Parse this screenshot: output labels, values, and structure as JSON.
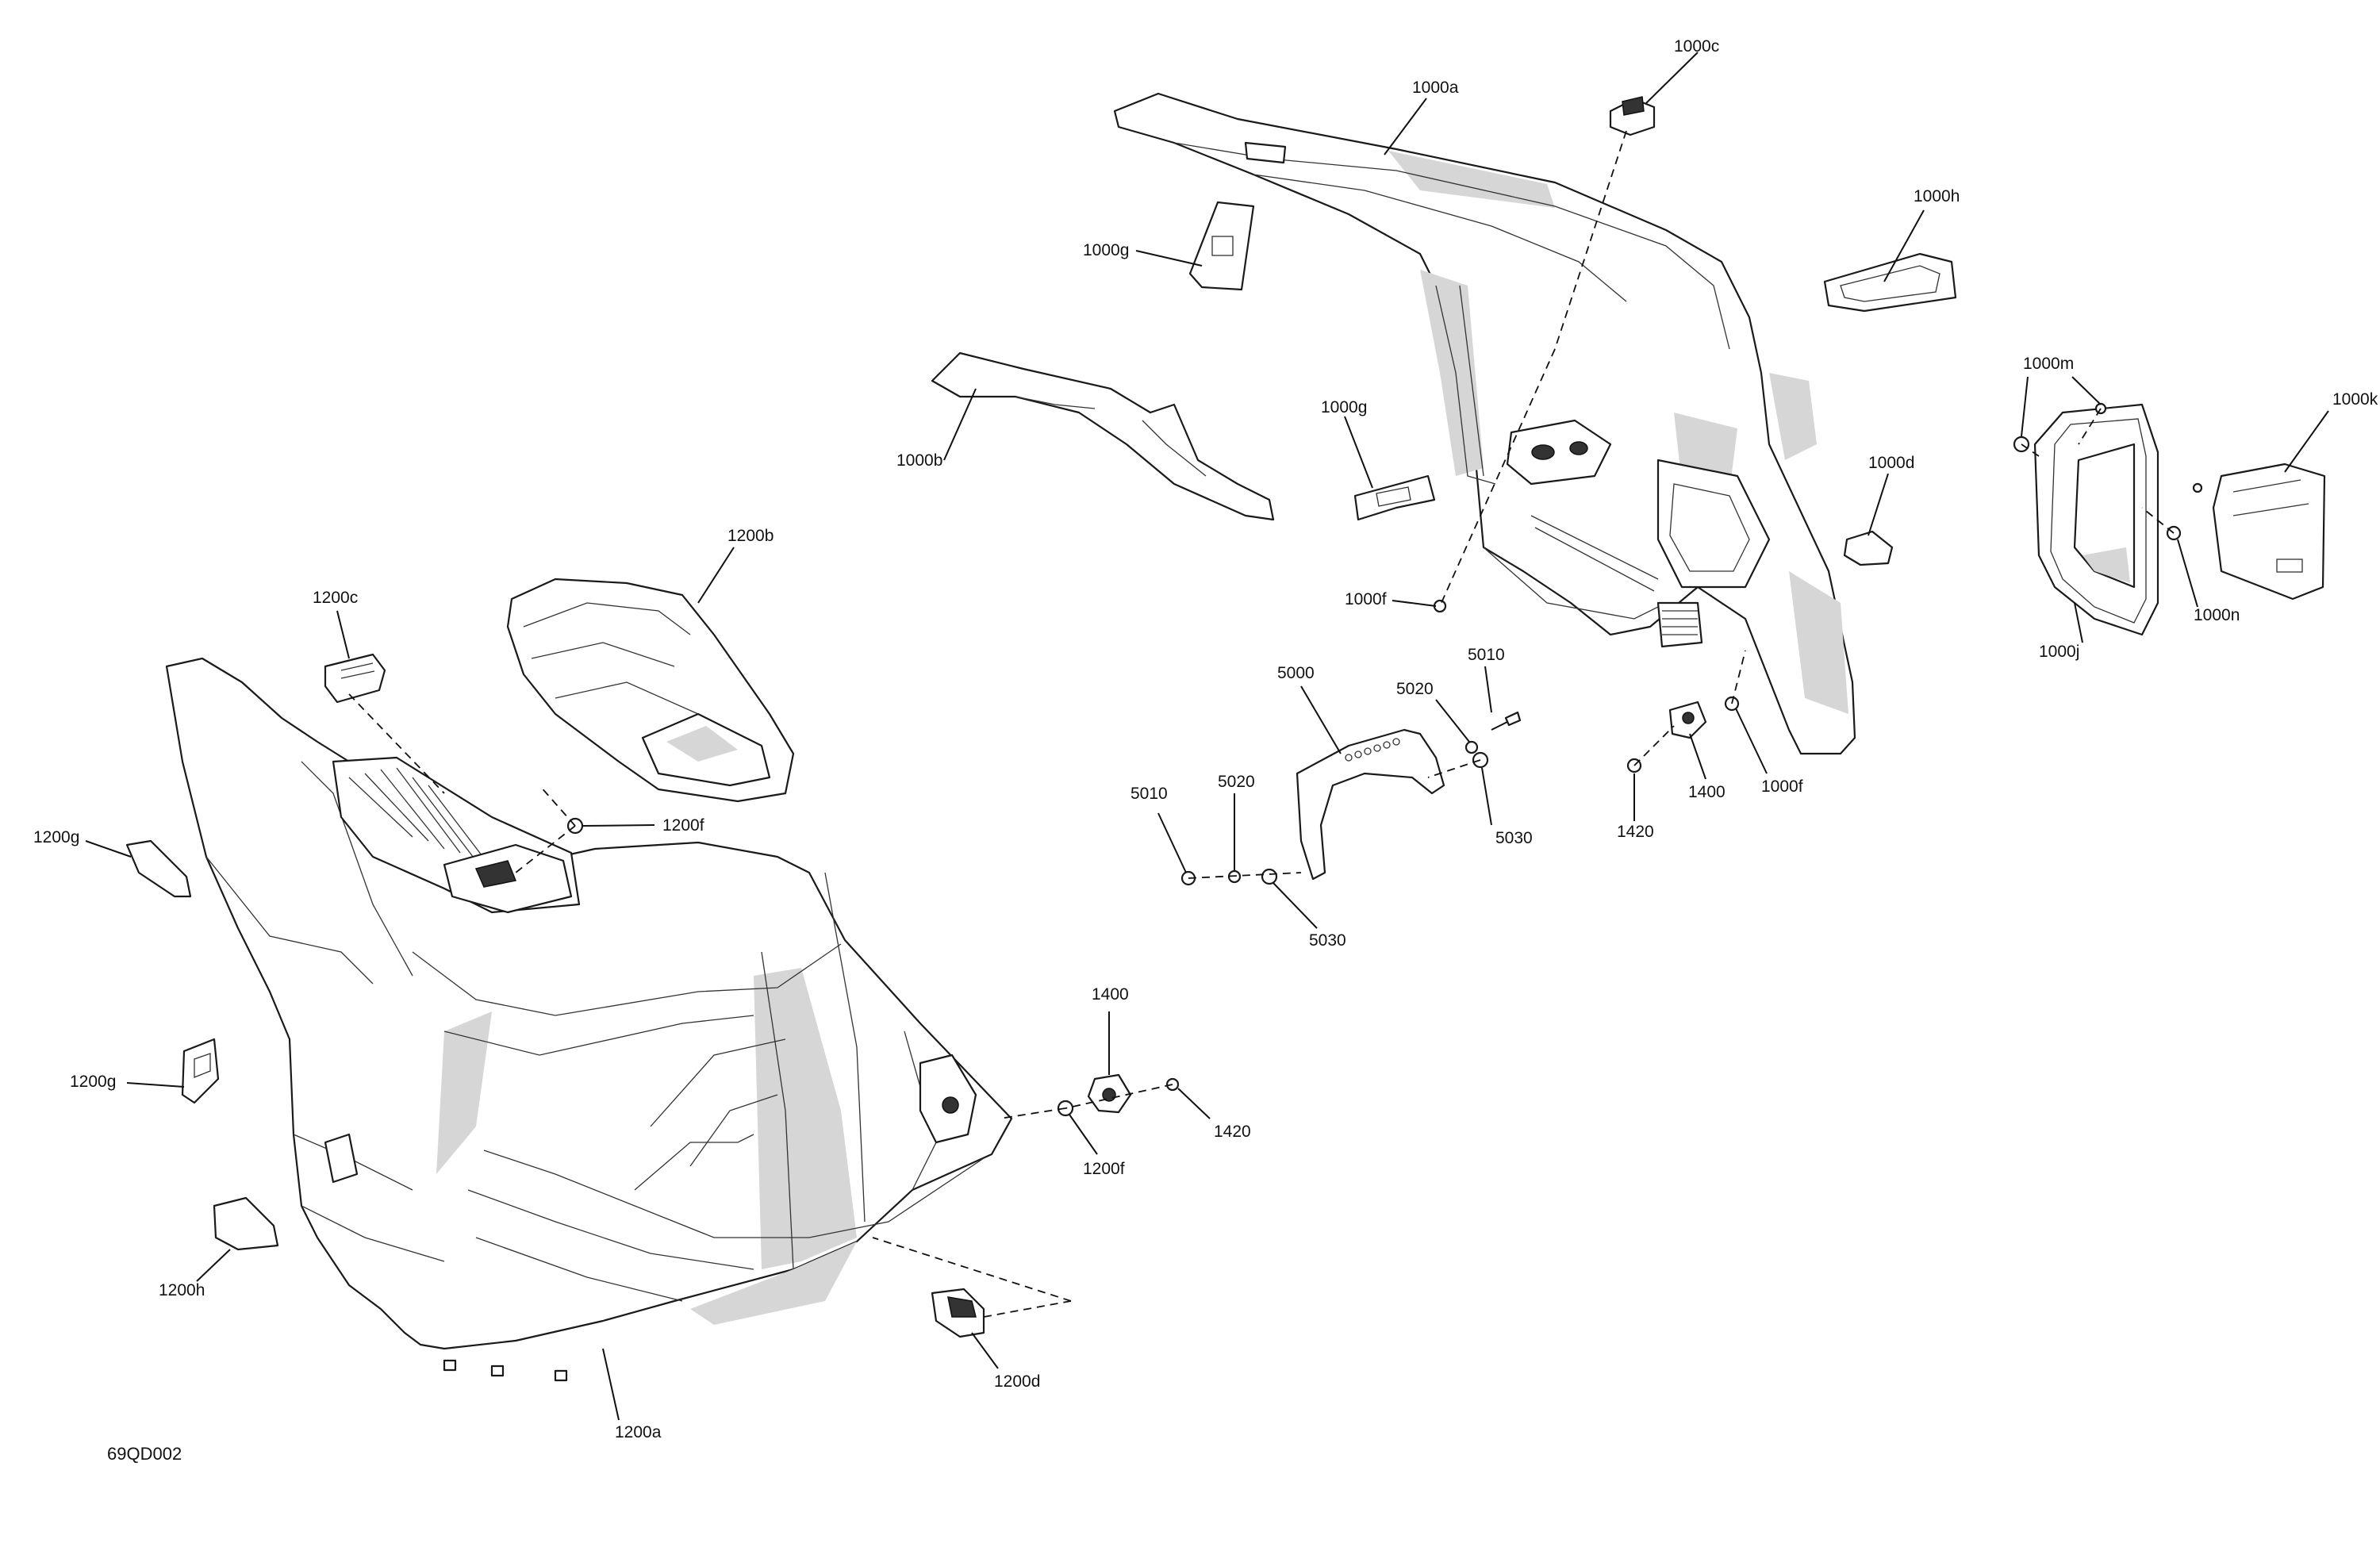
{
  "drawing_code": "69QD002",
  "callouts": [
    {
      "id": "1000c",
      "text": "1000c"
    },
    {
      "id": "1000a",
      "text": "1000a"
    },
    {
      "id": "1000h",
      "text": "1000h"
    },
    {
      "id": "1000g-top",
      "text": "1000g"
    },
    {
      "id": "1000b",
      "text": "1000b"
    },
    {
      "id": "1000g-mid",
      "text": "1000g"
    },
    {
      "id": "1000m",
      "text": "1000m"
    },
    {
      "id": "1000k",
      "text": "1000k"
    },
    {
      "id": "1000d",
      "text": "1000d"
    },
    {
      "id": "1000n",
      "text": "1000n"
    },
    {
      "id": "1000j",
      "text": "1000j"
    },
    {
      "id": "1000f-left",
      "text": "1000f"
    },
    {
      "id": "1000f-right",
      "text": "1000f"
    },
    {
      "id": "1400-top",
      "text": "1400"
    },
    {
      "id": "1420-top",
      "text": "1420"
    },
    {
      "id": "5000",
      "text": "5000"
    },
    {
      "id": "5010-top",
      "text": "5010"
    },
    {
      "id": "5020-top",
      "text": "5020"
    },
    {
      "id": "5030-top",
      "text": "5030"
    },
    {
      "id": "5010-left",
      "text": "5010"
    },
    {
      "id": "5020-left",
      "text": "5020"
    },
    {
      "id": "5030-bottom",
      "text": "5030"
    },
    {
      "id": "1200b",
      "text": "1200b"
    },
    {
      "id": "1200c",
      "text": "1200c"
    },
    {
      "id": "1200f-top",
      "text": "1200f"
    },
    {
      "id": "1200g-top",
      "text": "1200g"
    },
    {
      "id": "1200g-bottom",
      "text": "1200g"
    },
    {
      "id": "1200h",
      "text": "1200h"
    },
    {
      "id": "1400-bottom",
      "text": "1400"
    },
    {
      "id": "1420-bottom",
      "text": "1420"
    },
    {
      "id": "1200f-bottom",
      "text": "1200f"
    },
    {
      "id": "1200d",
      "text": "1200d"
    },
    {
      "id": "1200a",
      "text": "1200a"
    }
  ]
}
